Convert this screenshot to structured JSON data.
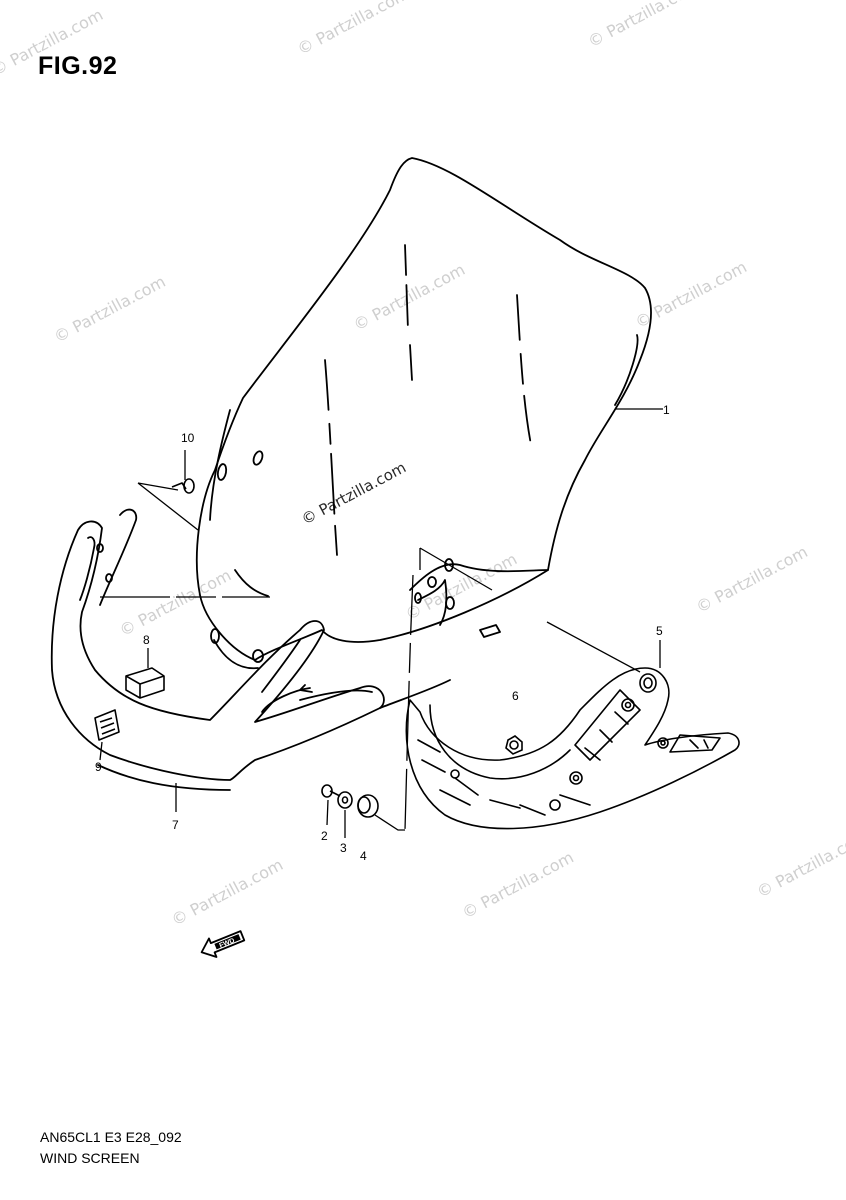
{
  "figure": {
    "title": "FIG.92",
    "code": "AN65CL1 E3 E28_092",
    "name": "WIND SCREEN"
  },
  "watermark": {
    "text": "© Partzilla.com",
    "color": "#cfcfcf"
  },
  "callouts": [
    "1",
    "2",
    "3",
    "4",
    "5",
    "6",
    "7",
    "8",
    "9",
    "10"
  ],
  "front_arrow": {
    "label": "FWD",
    "icon": "front-direction-arrow-icon"
  }
}
